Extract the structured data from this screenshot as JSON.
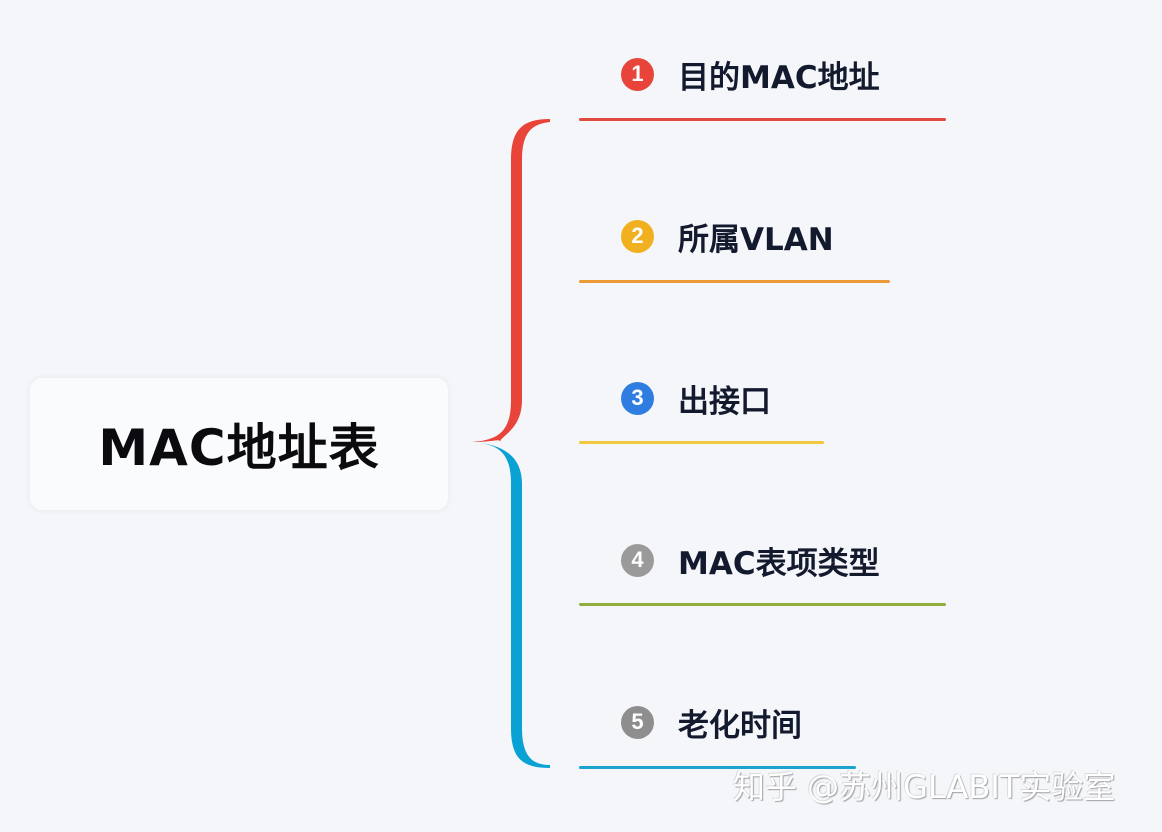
{
  "root": {
    "label": "MAC地址表"
  },
  "brace": {
    "top_color": "#e8443a",
    "bottom_color": "#0aa2d4"
  },
  "branches": [
    {
      "number": "1",
      "label": "目的MAC地址",
      "badge_color": "#e8443a",
      "line_color": "#e04a3f",
      "line_length": 367
    },
    {
      "number": "2",
      "label": "所属VLAN",
      "badge_color": "#f0b020",
      "line_color": "#eb9a35",
      "line_length": 311
    },
    {
      "number": "3",
      "label": "出接口",
      "badge_color": "#2f7de1",
      "line_color": "#f2c83e",
      "line_length": 245
    },
    {
      "number": "4",
      "label": "MAC表项类型",
      "badge_color": "#9a9a9a",
      "line_color": "#8fae3c",
      "line_length": 367
    },
    {
      "number": "5",
      "label": "老化时间",
      "badge_color": "#8e8e8e",
      "line_color": "#1aa3d0",
      "line_length": 277
    }
  ],
  "watermark": {
    "text": "知乎 @苏州GLABIT实验室"
  }
}
